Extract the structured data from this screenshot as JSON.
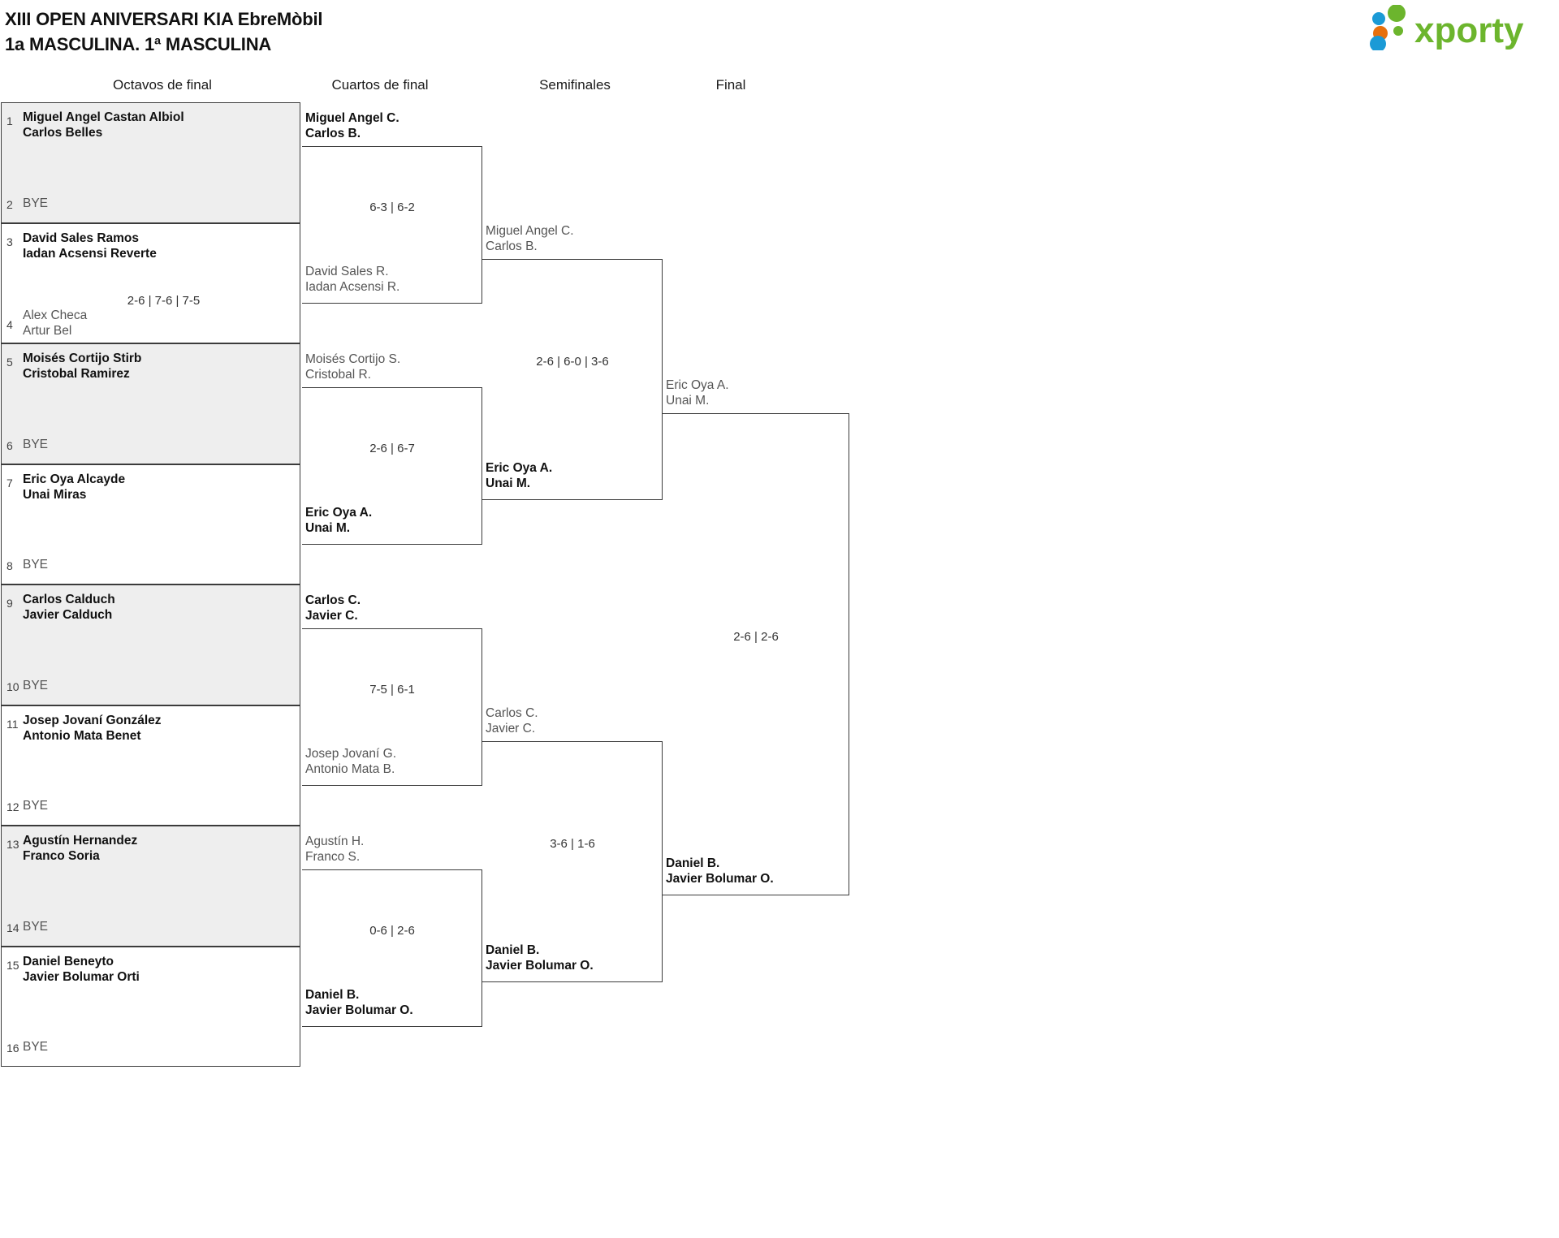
{
  "header": {
    "title_line1": "XIII OPEN ANIVERSARI KIA EbreMòbil",
    "title_line2": "1a MASCULINA. 1ª MASCULINA"
  },
  "logo": {
    "wordmark": "xporty",
    "dot_blue": "#1b9ad6",
    "dot_orange": "#e8700d",
    "dot_green": "#6cb52d",
    "text_green": "#6cb52d"
  },
  "rounds": [
    {
      "key": "r16",
      "label": "Octavos de final"
    },
    {
      "key": "qf",
      "label": "Cuartos de final"
    },
    {
      "key": "sf",
      "label": "Semifinales"
    },
    {
      "key": "final",
      "label": "Final"
    }
  ],
  "bye_label": "BYE",
  "round1": [
    {
      "seed_top": "1",
      "top_l1": "Miguel Angel Castan Albiol",
      "top_l2": "Carlos Belles",
      "top_state": "win",
      "seed_bot": "2",
      "bot_l1": "BYE",
      "bot_l2": "",
      "bot_state": "bye",
      "score": ""
    },
    {
      "seed_top": "3",
      "top_l1": "David Sales Ramos",
      "top_l2": "Iadan Acsensi Reverte",
      "top_state": "win",
      "seed_bot": "4",
      "bot_l1": "Alex Checa",
      "bot_l2": "Artur Bel",
      "bot_state": "lose",
      "score": "2-6 | 7-6 | 7-5"
    },
    {
      "seed_top": "5",
      "top_l1": "Moisés Cortijo Stirb",
      "top_l2": "Cristobal Ramirez",
      "top_state": "win",
      "seed_bot": "6",
      "bot_l1": "BYE",
      "bot_l2": "",
      "bot_state": "bye",
      "score": ""
    },
    {
      "seed_top": "7",
      "top_l1": "Eric Oya Alcayde",
      "top_l2": "Unai Miras",
      "top_state": "win",
      "seed_bot": "8",
      "bot_l1": "BYE",
      "bot_l2": "",
      "bot_state": "bye",
      "score": ""
    },
    {
      "seed_top": "9",
      "top_l1": "Carlos Calduch",
      "top_l2": "Javier Calduch",
      "top_state": "win",
      "seed_bot": "10",
      "bot_l1": "BYE",
      "bot_l2": "",
      "bot_state": "bye",
      "score": ""
    },
    {
      "seed_top": "11",
      "top_l1": "Josep Jovaní González",
      "top_l2": "Antonio Mata Benet",
      "top_state": "win",
      "seed_bot": "12",
      "bot_l1": "BYE",
      "bot_l2": "",
      "bot_state": "bye",
      "score": ""
    },
    {
      "seed_top": "13",
      "top_l1": "Agustín Hernandez",
      "top_l2": "Franco Soria",
      "top_state": "win",
      "seed_bot": "14",
      "bot_l1": "BYE",
      "bot_l2": "",
      "bot_state": "bye",
      "score": ""
    },
    {
      "seed_top": "15",
      "top_l1": "Daniel Beneyto",
      "top_l2": "Javier Bolumar Orti",
      "top_state": "win",
      "seed_bot": "16",
      "bot_l1": "BYE",
      "bot_l2": "",
      "bot_state": "bye",
      "score": ""
    }
  ],
  "quarterfinals": [
    {
      "top_l1": "Miguel Angel C.",
      "top_l2": "Carlos B.",
      "top_state": "win",
      "bot_l1": "David Sales R.",
      "bot_l2": "Iadan Acsensi R.",
      "bot_state": "lose",
      "score": "6-3 | 6-2"
    },
    {
      "top_l1": "Moisés Cortijo S.",
      "top_l2": "Cristobal R.",
      "top_state": "lose",
      "bot_l1": "Eric Oya A.",
      "bot_l2": "Unai M.",
      "bot_state": "win",
      "score": "2-6 | 6-7"
    },
    {
      "top_l1": "Carlos C.",
      "top_l2": "Javier C.",
      "top_state": "win",
      "bot_l1": "Josep Jovaní G.",
      "bot_l2": "Antonio Mata B.",
      "bot_state": "lose",
      "score": "7-5 | 6-1"
    },
    {
      "top_l1": "Agustín H.",
      "top_l2": "Franco S.",
      "top_state": "lose",
      "bot_l1": "Daniel B.",
      "bot_l2": "Javier Bolumar O.",
      "bot_state": "win",
      "score": "0-6 | 2-6"
    }
  ],
  "semifinals": [
    {
      "top_l1": "Miguel Angel C.",
      "top_l2": "Carlos B.",
      "top_state": "lose",
      "bot_l1": "Eric Oya A.",
      "bot_l2": "Unai M.",
      "bot_state": "win",
      "score": "2-6 | 6-0 | 3-6"
    },
    {
      "top_l1": "Carlos C.",
      "top_l2": "Javier C.",
      "top_state": "lose",
      "bot_l1": "Daniel B.",
      "bot_l2": "Javier Bolumar O.",
      "bot_state": "win",
      "score": "3-6 | 1-6"
    }
  ],
  "final": {
    "top_l1": "Eric Oya A.",
    "top_l2": "Unai M.",
    "top_state": "lose",
    "bot_l1": "Daniel B.",
    "bot_l2": "Javier Bolumar O.",
    "bot_state": "win",
    "score": "2-6 | 2-6"
  }
}
